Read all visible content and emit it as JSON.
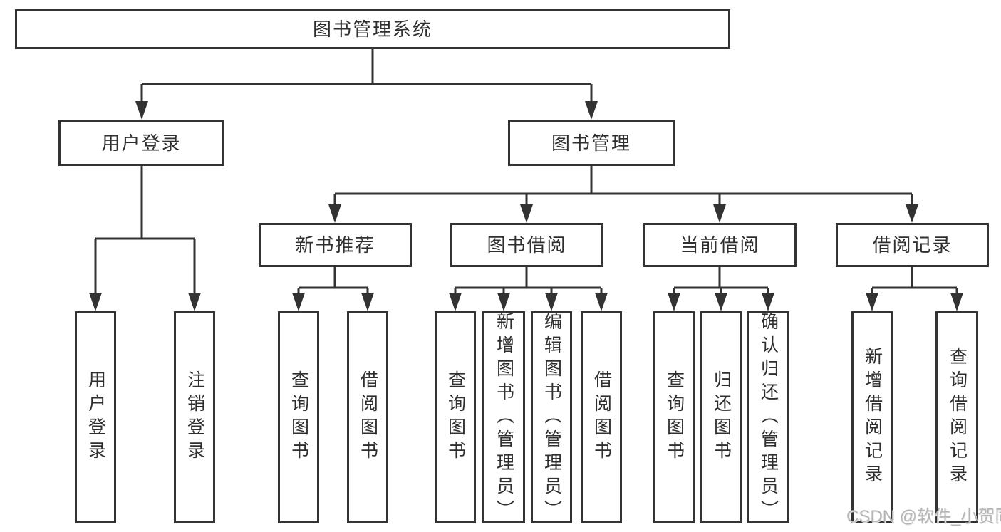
{
  "diagram_title": "图书管理系统",
  "nodes": {
    "root": {
      "label": "图书管理系统"
    },
    "user_login": {
      "label": "用户登录"
    },
    "book_mgmt": {
      "label": "图书管理"
    },
    "new_book_rec": {
      "label": "新书推荐"
    },
    "book_borrow": {
      "label": "图书借阅"
    },
    "current_borrow": {
      "label": "当前借阅"
    },
    "borrow_records": {
      "label": "借阅记录"
    },
    "leaf_user_login": {
      "label": "用户登录"
    },
    "leaf_logout": {
      "label": "注销登录"
    },
    "leaf_rec_query_book": {
      "label": "查询图书"
    },
    "leaf_rec_borrow_book": {
      "label": "借阅图书"
    },
    "leaf_bb_query_book": {
      "label": "查询图书"
    },
    "leaf_bb_add_book": {
      "label": "新增图书（管理员）"
    },
    "leaf_bb_edit_book": {
      "label": "编辑图书（管理员）"
    },
    "leaf_bb_borrow_book": {
      "label": "借阅图书"
    },
    "leaf_cb_query_book": {
      "label": "查询图书"
    },
    "leaf_cb_return_book": {
      "label": "归还图书"
    },
    "leaf_cb_confirm_return": {
      "label": "确认归还（管理员）"
    },
    "leaf_br_add_record": {
      "label": "新增借阅记录"
    },
    "leaf_br_query_record": {
      "label": "查询借阅记录"
    }
  },
  "watermark": {
    "text": "CSDN @软件_小贺同学",
    "color": "#b5b5b5"
  },
  "colors": {
    "line": "#333333",
    "box_border": "#333333",
    "box_background": "#ffffff",
    "text": "#2f2f2f",
    "page_background": "#ffffff"
  }
}
